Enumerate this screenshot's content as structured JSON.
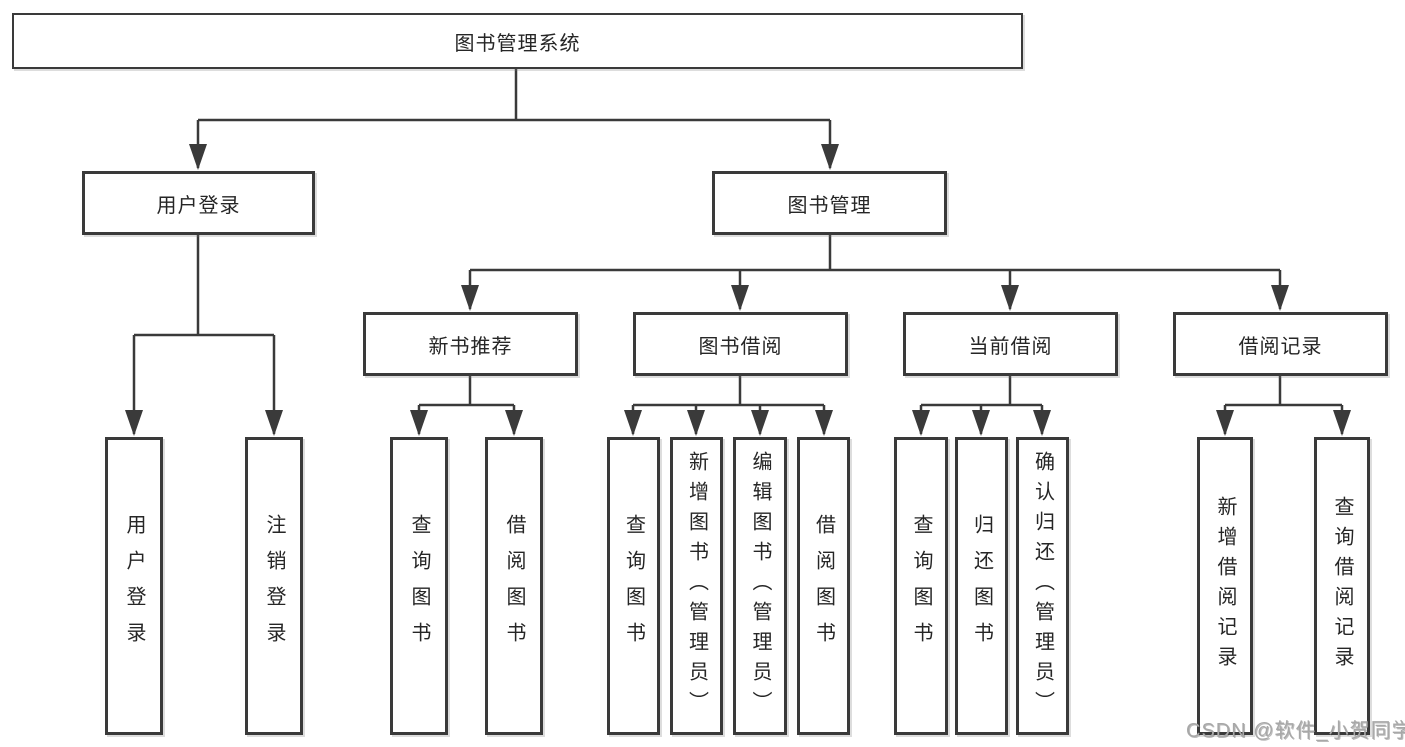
{
  "diagram": {
    "watermark": "CSDN @软件_小贺同学",
    "colors": {
      "background": "#ffffff",
      "box_fill": "#ffffff",
      "box_border": "#3a3a3a",
      "line": "#3a3a3a",
      "text": "#262626",
      "watermark_text": "#a8a8a8"
    },
    "tree": {
      "root": {
        "label": "图书管理系统",
        "children": [
          {
            "label": "用户登录",
            "children": [
              {
                "label": "用户登录"
              },
              {
                "label": "注销登录"
              }
            ]
          },
          {
            "label": "图书管理",
            "children": [
              {
                "label": "新书推荐",
                "children": [
                  {
                    "label": "查询图书"
                  },
                  {
                    "label": "借阅图书"
                  }
                ]
              },
              {
                "label": "图书借阅",
                "children": [
                  {
                    "label": "查询图书"
                  },
                  {
                    "label": "新增图书（管理员）"
                  },
                  {
                    "label": "编辑图书（管理员）"
                  },
                  {
                    "label": "借阅图书"
                  }
                ]
              },
              {
                "label": "当前借阅",
                "children": [
                  {
                    "label": "查询图书"
                  },
                  {
                    "label": "归还图书"
                  },
                  {
                    "label": "确认归还（管理员）"
                  }
                ]
              },
              {
                "label": "借阅记录",
                "children": [
                  {
                    "label": "新增借阅记录"
                  },
                  {
                    "label": "查询借阅记录"
                  }
                ]
              }
            ]
          }
        ]
      }
    }
  }
}
